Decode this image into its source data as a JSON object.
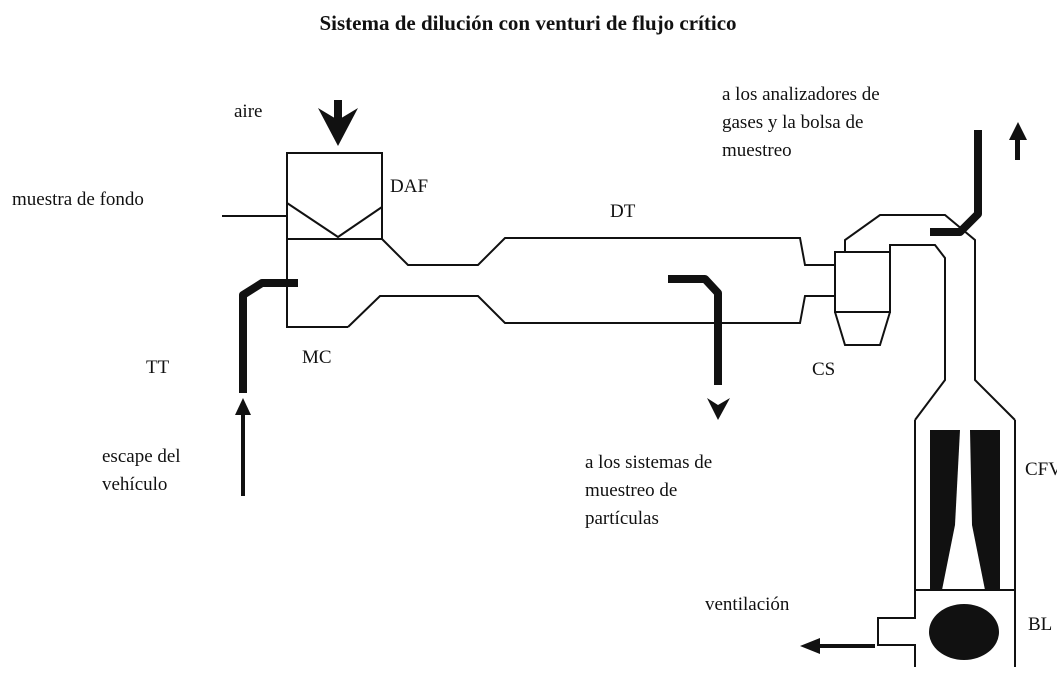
{
  "title": "Sistema de dilución con venturi de flujo crítico",
  "labels": {
    "aire": "aire",
    "muestra_fondo": "muestra de fondo",
    "daf": "DAF",
    "dt": "DT",
    "tt": "TT",
    "mc": "MC",
    "cs": "CS",
    "cfv": "CFV",
    "bl": "BL",
    "ventilacion": "ventilación",
    "escape": [
      "escape del",
      "vehículo"
    ],
    "analizadores": [
      "a los analizadores de",
      "gases y la bolsa de",
      "muestreo"
    ],
    "particulas": [
      "a los sistemas de",
      "muestreo de",
      "partículas"
    ]
  },
  "colors": {
    "ink": "#111111",
    "background": "#ffffff"
  }
}
